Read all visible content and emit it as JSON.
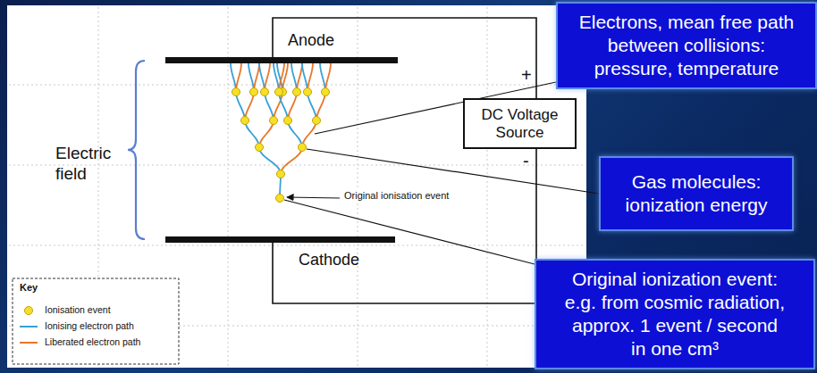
{
  "diagram": {
    "nodes": [
      {
        "text": [
          "DC Voltage Source"
        ]
      },
      {
        "text": [
          "Electrons, mean free path between collisions: pressure, temperature"
        ]
      },
      {
        "text": [
          "Gas molecules: ionization energy"
        ]
      },
      {
        "text": [
          "Original ionization event: e.g. from cosmic radiation, approx. 1 event / second in one cm³"
        ]
      }
    ],
    "labels": [
      "Anode",
      "+",
      "-",
      "Electric field",
      "Original ionisation event",
      "Cathode",
      "Key"
    ],
    "legend": [
      {
        "text": "Ionisation event"
      },
      {
        "text": "Ionising electron path"
      },
      {
        "text": "Liberated electron path"
      }
    ]
  }
}
